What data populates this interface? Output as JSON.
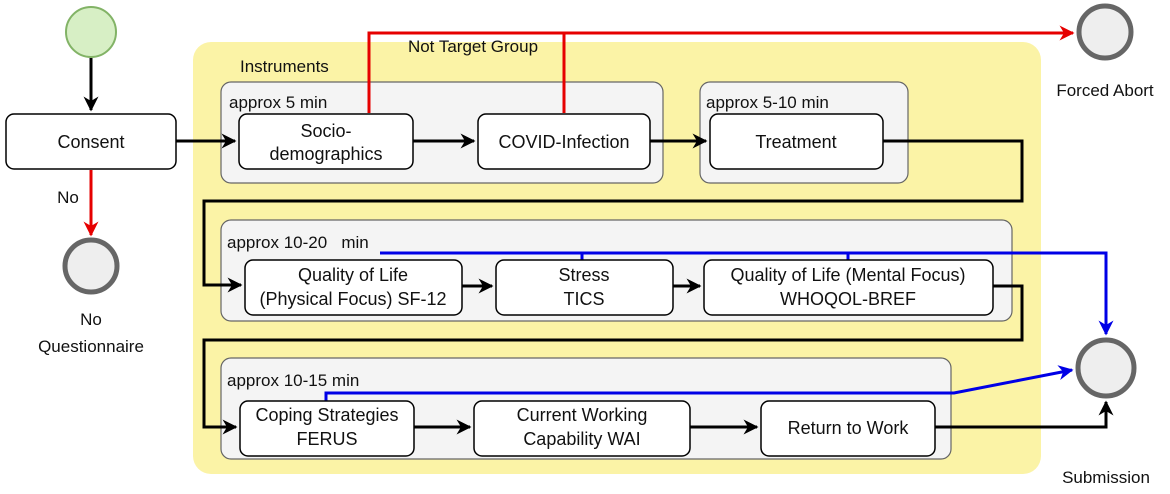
{
  "colors": {
    "yellow_panel": "#fbf3a6",
    "group_fill": "#f4f4f4",
    "group_stroke": "#666666",
    "start_fill": "#d7efc5",
    "start_stroke": "#82b366",
    "end_fill": "#eeeeee",
    "end_stroke": "#666666",
    "flow": "#000000",
    "abort_flow": "#e60000",
    "submit_flow": "#0000e6"
  },
  "labels": {
    "instruments": "Instruments",
    "not_target_group": "Not Target Group",
    "forced_abort": "Forced Abort",
    "no": "No",
    "no_questionnaire_1": "No",
    "no_questionnaire_2": "Questionnaire",
    "submission": "Submission"
  },
  "groups": {
    "g1": "approx 5 min",
    "g2": "approx 5-10 min",
    "g3": "approx 10-20   min",
    "g4": "approx 10-15 min"
  },
  "nodes": {
    "consent": "Consent",
    "sociodemo_1": "Socio-",
    "sociodemo_2": "demographics",
    "covid": "COVID-Infection",
    "treatment": "Treatment",
    "qol_phys_1": "Quality of Life",
    "qol_phys_2": "(Physical Focus) SF-12",
    "stress_1": "Stress",
    "stress_2": "TICS",
    "qol_mental_1": "Quality of Life (Mental Focus)",
    "qol_mental_2": "WHOQOL-BREF",
    "coping_1": "Coping Strategies",
    "coping_2": "FERUS",
    "wai_1": "Current Working",
    "wai_2": "Capability WAI",
    "rtw": "Return to Work"
  }
}
